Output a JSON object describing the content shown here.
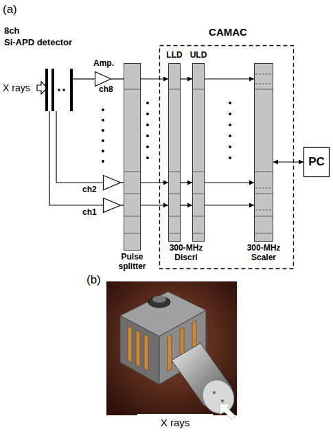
{
  "diagram": {
    "nodes": [
      {
        "text": [
          "8ch",
          "Si-APD detector"
        ]
      },
      {
        "text": [
          "Amp.",
          "ch8"
        ]
      },
      {
        "text": [
          "ch2"
        ]
      },
      {
        "text": [
          "ch1"
        ]
      },
      {
        "text": [
          "Pulse splitter"
        ]
      },
      {
        "text": [
          "CAMAC"
        ]
      },
      {
        "text": [
          "LLD"
        ],
        "in": 5
      },
      {
        "text": [
          "ULD"
        ],
        "in": 5
      },
      {
        "text": [
          "300-MHz Scaler"
        ],
        "in": 5
      },
      {
        "text": [
          "PC"
        ]
      }
    ],
    "edges": [
      {
        "from": 0,
        "to": 1,
        "arrow": "none"
      },
      {
        "from": 0,
        "to": 2,
        "arrow": "none"
      },
      {
        "from": 0,
        "to": 3,
        "arrow": "none"
      },
      {
        "from": 1,
        "to": 4,
        "arrow": "none"
      },
      {
        "from": 2,
        "to": 4,
        "arrow": "none"
      },
      {
        "from": 3,
        "to": 4,
        "arrow": "none"
      },
      {
        "from": 4,
        "to": 6,
        "arrow": "to"
      },
      {
        "from": 6,
        "to": 7,
        "arrow": "to"
      },
      {
        "from": 7,
        "to": 8,
        "arrow": "to"
      },
      {
        "from": 4,
        "to": 6,
        "arrow": "to"
      },
      {
        "from": 6,
        "to": 7,
        "arrow": "to"
      },
      {
        "from": 7,
        "to": 8,
        "arrow": "to"
      },
      {
        "from": 4,
        "to": 6,
        "arrow": "to"
      },
      {
        "from": 6,
        "to": 7,
        "arrow": "to"
      },
      {
        "from": 7,
        "to": 8,
        "arrow": "to"
      },
      {
        "from": 8,
        "to": 9,
        "arrow": "both"
      }
    ],
    "labels": [
      "(a)",
      "X rays",
      "300-MHz Discri",
      "(b)",
      "X rays"
    ]
  }
}
